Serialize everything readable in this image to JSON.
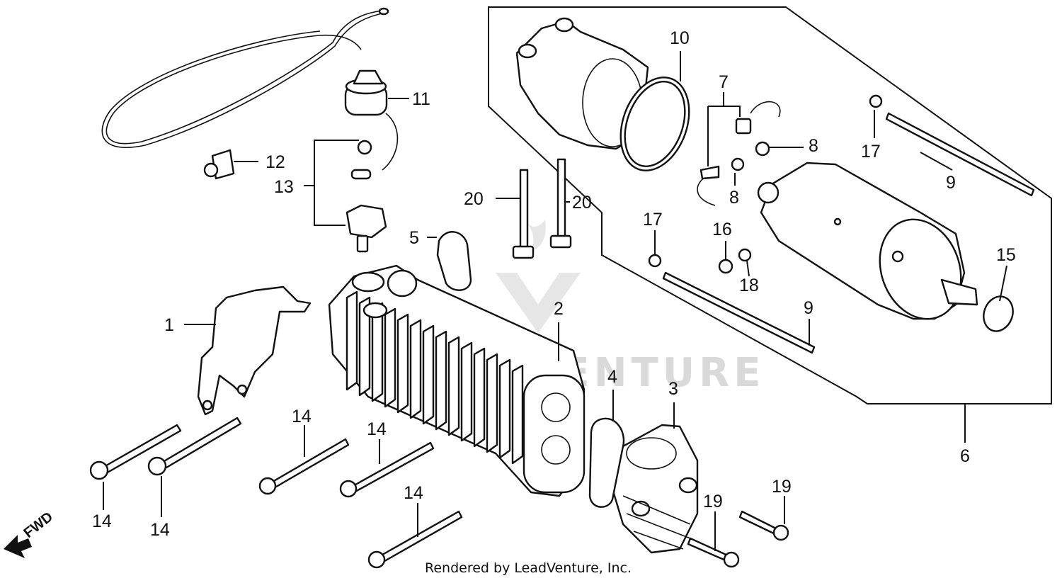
{
  "diagram": {
    "callouts": [
      {
        "id": "c1",
        "label": "1"
      },
      {
        "id": "c2",
        "label": "2"
      },
      {
        "id": "c3",
        "label": "3"
      },
      {
        "id": "c4",
        "label": "4"
      },
      {
        "id": "c5",
        "label": "5"
      },
      {
        "id": "c6",
        "label": "6"
      },
      {
        "id": "c7",
        "label": "7"
      },
      {
        "id": "c8a",
        "label": "8"
      },
      {
        "id": "c8b",
        "label": "8"
      },
      {
        "id": "c9a",
        "label": "9"
      },
      {
        "id": "c9b",
        "label": "9"
      },
      {
        "id": "c10",
        "label": "10"
      },
      {
        "id": "c11",
        "label": "11"
      },
      {
        "id": "c12",
        "label": "12"
      },
      {
        "id": "c13",
        "label": "13"
      },
      {
        "id": "c14a",
        "label": "14"
      },
      {
        "id": "c14b",
        "label": "14"
      },
      {
        "id": "c14c",
        "label": "14"
      },
      {
        "id": "c14d",
        "label": "14"
      },
      {
        "id": "c14e",
        "label": "14"
      },
      {
        "id": "c15",
        "label": "15"
      },
      {
        "id": "c16",
        "label": "16"
      },
      {
        "id": "c17a",
        "label": "17"
      },
      {
        "id": "c17b",
        "label": "17"
      },
      {
        "id": "c18",
        "label": "18"
      },
      {
        "id": "c19a",
        "label": "19"
      },
      {
        "id": "c19b",
        "label": "19"
      },
      {
        "id": "c20a",
        "label": "20"
      },
      {
        "id": "c20b",
        "label": "20"
      }
    ],
    "direction_label": "FWD",
    "credit": "Rendered by LeadVenture, Inc.",
    "watermark": "VENTURE"
  }
}
